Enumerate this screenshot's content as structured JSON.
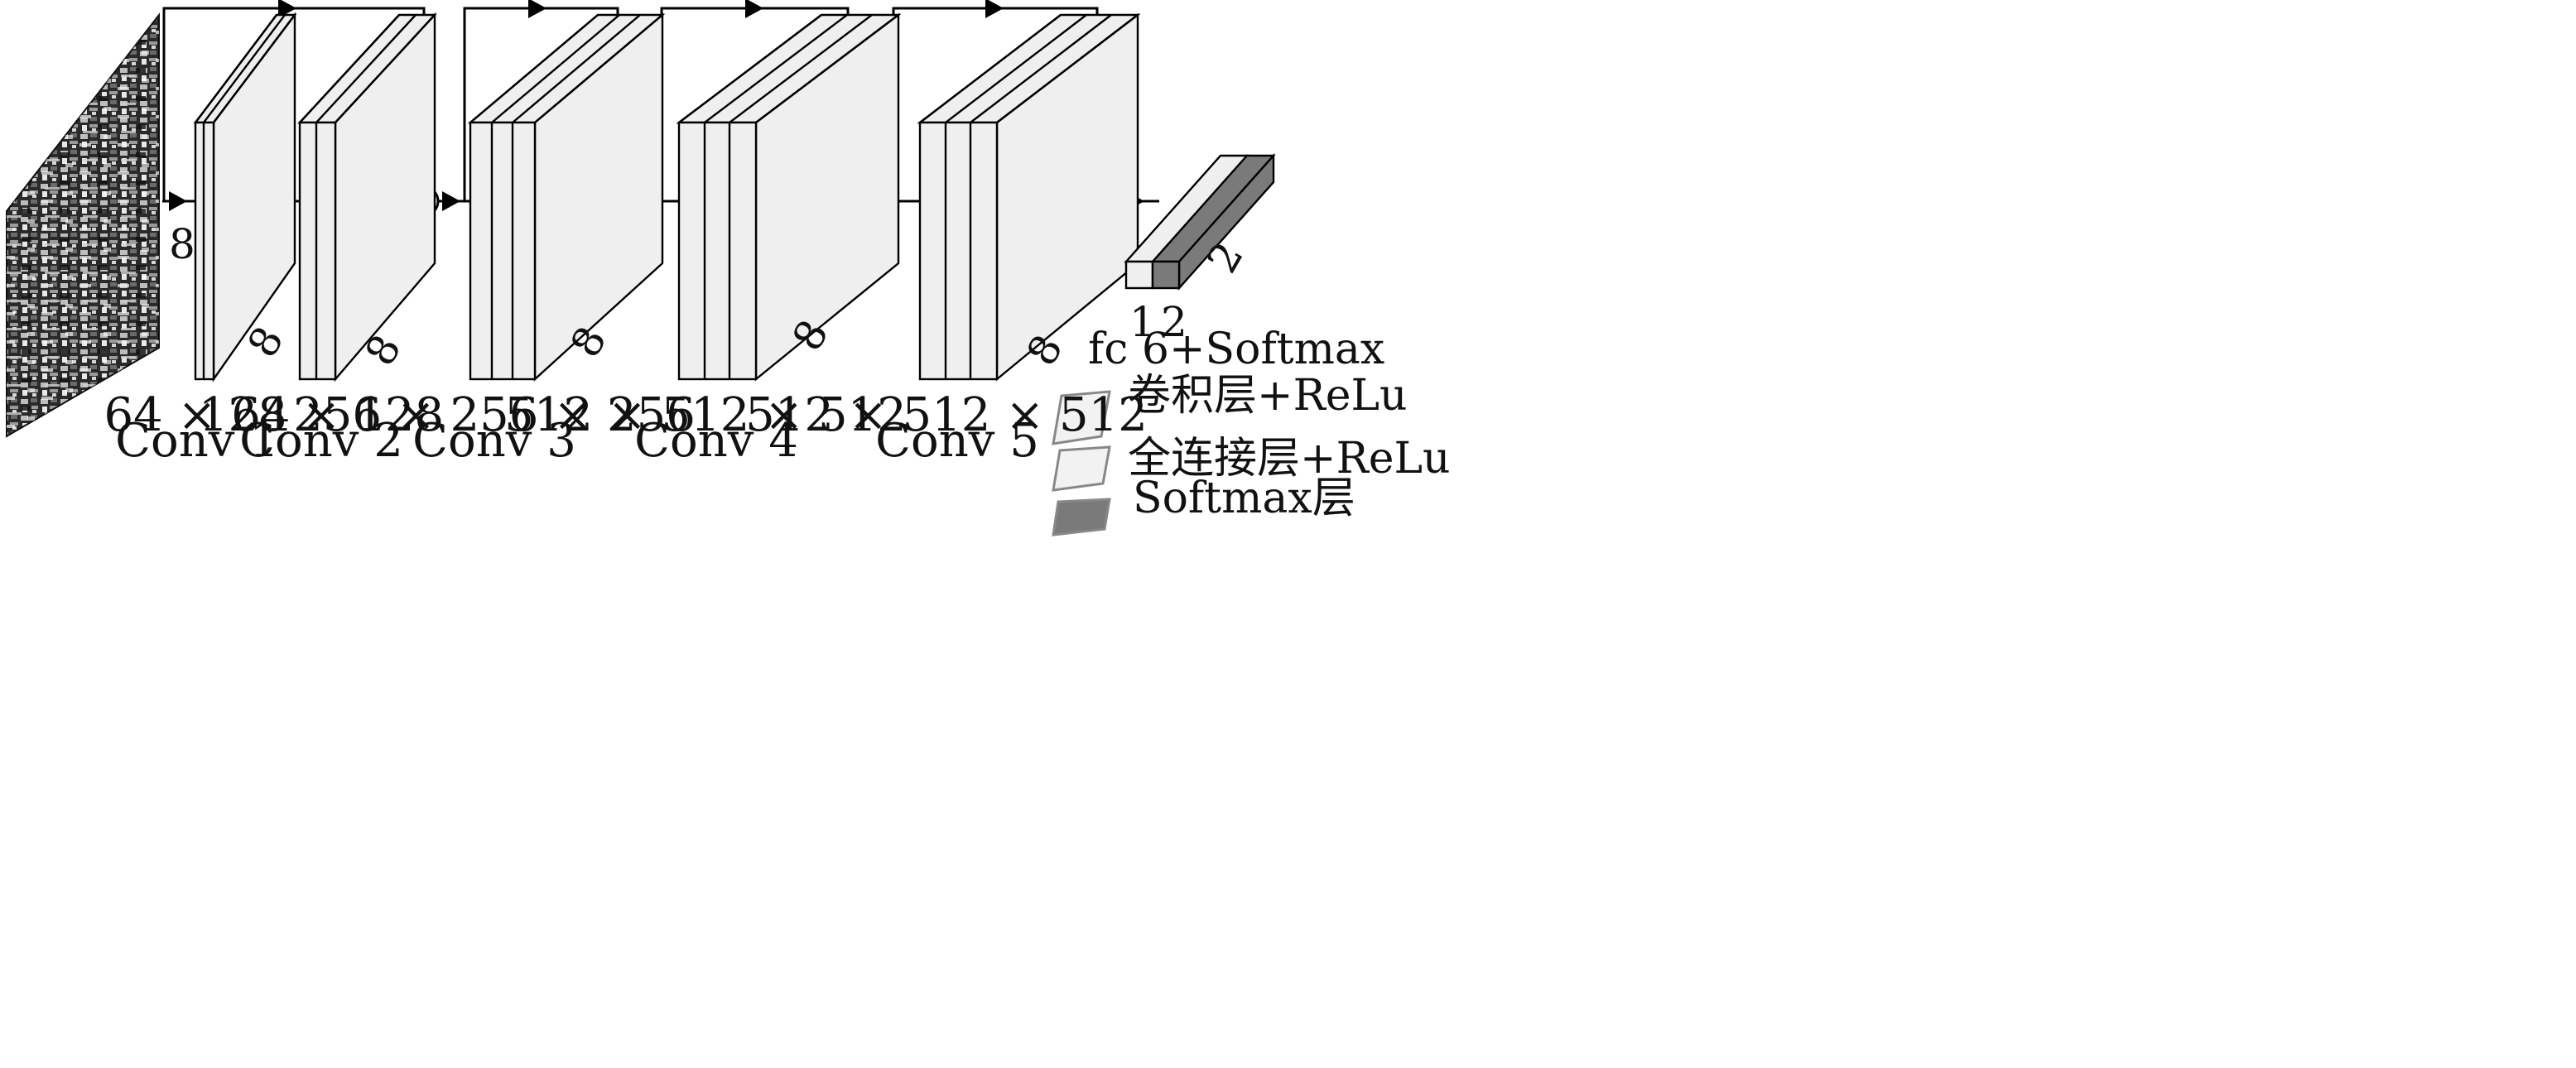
{
  "input": {
    "depth_label": "8"
  },
  "blocks": [
    {
      "id": "conv1",
      "name": "Conv 1",
      "dims": "64 × 64",
      "depth_label": "8"
    },
    {
      "id": "conv2",
      "name": "Conv 2",
      "dims": "128 × 128",
      "depth_label": "8"
    },
    {
      "id": "conv3",
      "name": "Conv 3",
      "dims": "256 × 256 × 256",
      "depth_label": "8"
    },
    {
      "id": "conv4",
      "name": "Conv 4",
      "dims": "512 × 512 × 512",
      "depth_label": "8"
    },
    {
      "id": "conv5",
      "name": "Conv 5",
      "dims": "512 × 512 × 512",
      "depth_label": "8"
    }
  ],
  "fc": {
    "name": "fc 6+Softmax",
    "unit_labels": [
      "1",
      "2"
    ],
    "depth_label": "2"
  },
  "legend": [
    {
      "key": "conv",
      "label": "卷积层+ReLu",
      "color": "#f2f2f2"
    },
    {
      "key": "fc",
      "label": "全连接层+ReLu",
      "color": "#f2f2f2"
    },
    {
      "key": "softmax",
      "label": "Softmax层",
      "color": "#7a7a7a"
    }
  ],
  "colors": {
    "block_face": "#efefef",
    "softmax_face": "#7a7a7a",
    "line": "#000000"
  }
}
